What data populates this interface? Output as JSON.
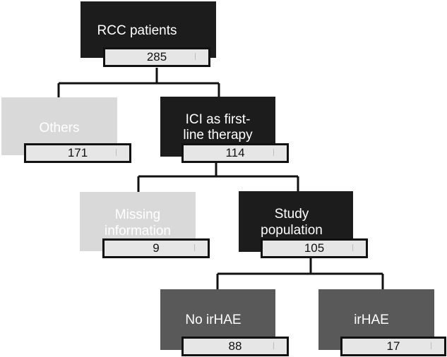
{
  "nodes": {
    "rcc": {
      "label": "RCC patients",
      "count": "285"
    },
    "others": {
      "label": "Others",
      "count": "171"
    },
    "ici": {
      "label": "ICI as first-line therapy",
      "label_line1": "ICI as first-",
      "label_line2": "line therapy",
      "count": "114"
    },
    "missing": {
      "label": "Missing information",
      "label_line1": "Missing",
      "label_line2": "information",
      "count": "9"
    },
    "study": {
      "label": "Study population",
      "label_line1": "Study",
      "label_line2": "population",
      "count": "105"
    },
    "no_irhae": {
      "label": "No irHAE",
      "count": "88"
    },
    "irhae": {
      "label": "irHAE",
      "count": "17"
    }
  },
  "colors": {
    "dark": "#1c1c1c",
    "light": "#d9d9d9",
    "mid": "#595959",
    "count_fill": "#e6e6e6",
    "connector": "#111111"
  }
}
